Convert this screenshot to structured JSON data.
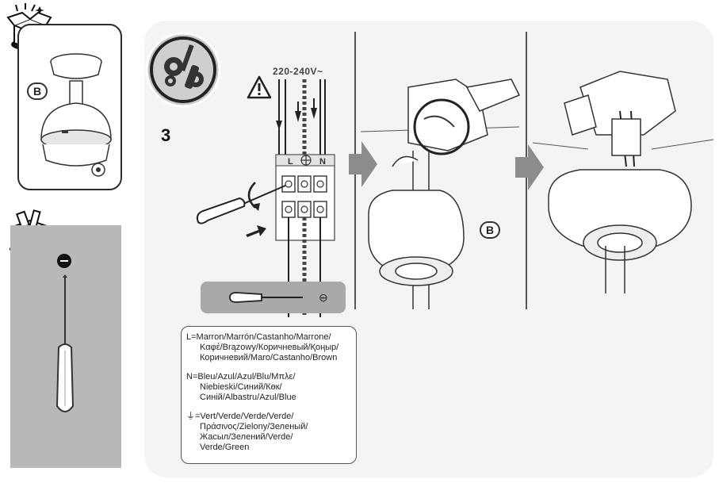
{
  "box_badge": "B",
  "mid_badge": "B",
  "step_number": "3",
  "voltage_label": "220-240V~",
  "terminal_labels": {
    "live": "L",
    "neutral": "N"
  },
  "screwdriver_icon_label": "⊖",
  "legend": {
    "live": [
      "L=Marron/Marrón/Castanho/Marrone/",
      "Καφέ/Brązowy/Коричневый/Қоңыр/",
      "Коричневий/Maro/Castanho/Brown"
    ],
    "neutral": [
      "N=Bleu/Azul/Azul/Blu/Μπλε/",
      "Niebieski/Синий/Көк/",
      "Синій/Albastru/Azul/Blue"
    ],
    "earth": [
      "⏚=Vert/Verde/Verde/Verde/",
      "Πράσινος/Zielony/Зеленый/",
      "Жасыл/Зелений/Verde/",
      "Verde/Green"
    ]
  },
  "colors": {
    "panel_bg": "#f4f4f4",
    "tool_panel": "#b8b8b8",
    "arrow_gray": "#8c8c8c",
    "outline": "#2a2a2a"
  }
}
